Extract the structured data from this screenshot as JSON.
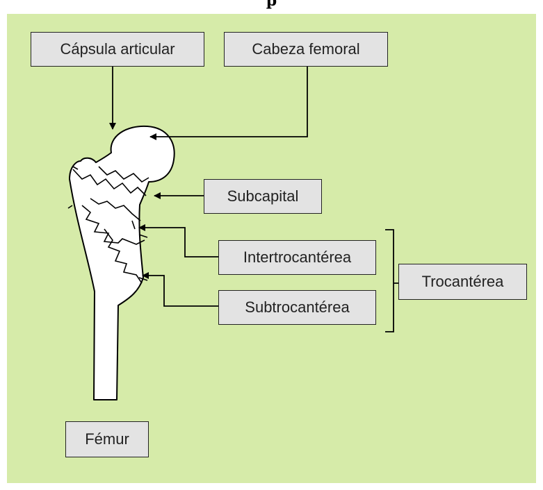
{
  "title": "p",
  "colors": {
    "background": "#d6eba9",
    "label_fill": "#e3e3e3",
    "bone": "#ffffff",
    "lines": "#000000"
  },
  "labels": {
    "capsula": "Cápsula articular",
    "cabeza": "Cabeza femoral",
    "subcapital": "Subcapital",
    "intertrocanterea": "Intertrocantérea",
    "subtrocanterea": "Subtrocantérea",
    "trocanterea": "Trocantérea",
    "femur": "Fémur"
  }
}
